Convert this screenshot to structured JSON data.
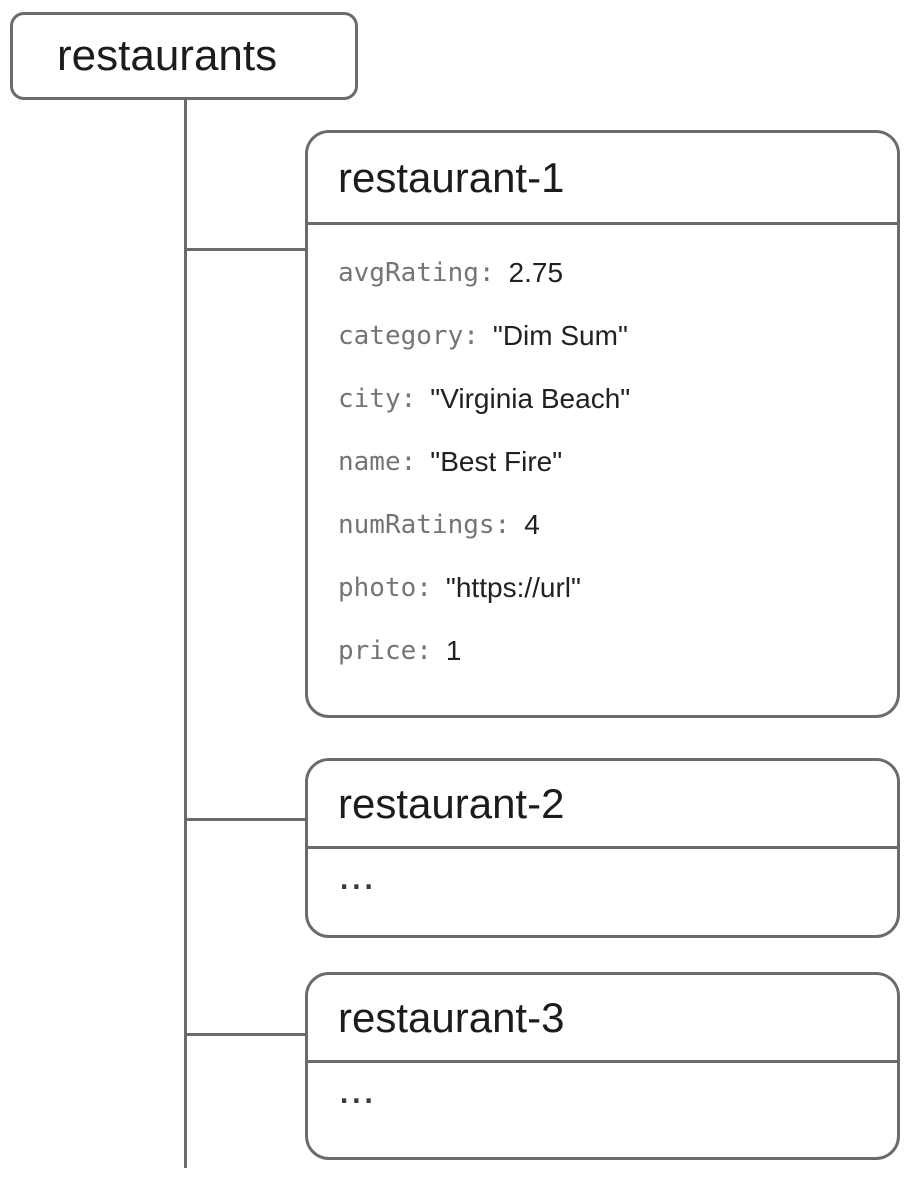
{
  "colors": {
    "line_and_border": "#6b6b6b",
    "key_text": "#757575",
    "value_text": "#212121",
    "title_text": "#1c1c1c",
    "background": "#ffffff"
  },
  "tree": {
    "collection": {
      "label": "restaurants"
    },
    "documents": [
      {
        "title": "restaurant-1",
        "fields": [
          {
            "key": "avgRating:",
            "value": "2.75"
          },
          {
            "key": "category:",
            "value": "\"Dim Sum\""
          },
          {
            "key": "city:",
            "value": "\"Virginia Beach\""
          },
          {
            "key": "name:",
            "value": "\"Best Fire\""
          },
          {
            "key": "numRatings:",
            "value": "4"
          },
          {
            "key": "photo:",
            "value": "\"https://url\""
          },
          {
            "key": "price:",
            "value": "1"
          }
        ]
      },
      {
        "title": "restaurant-2",
        "body": "..."
      },
      {
        "title": "restaurant-3",
        "body": "..."
      }
    ]
  }
}
